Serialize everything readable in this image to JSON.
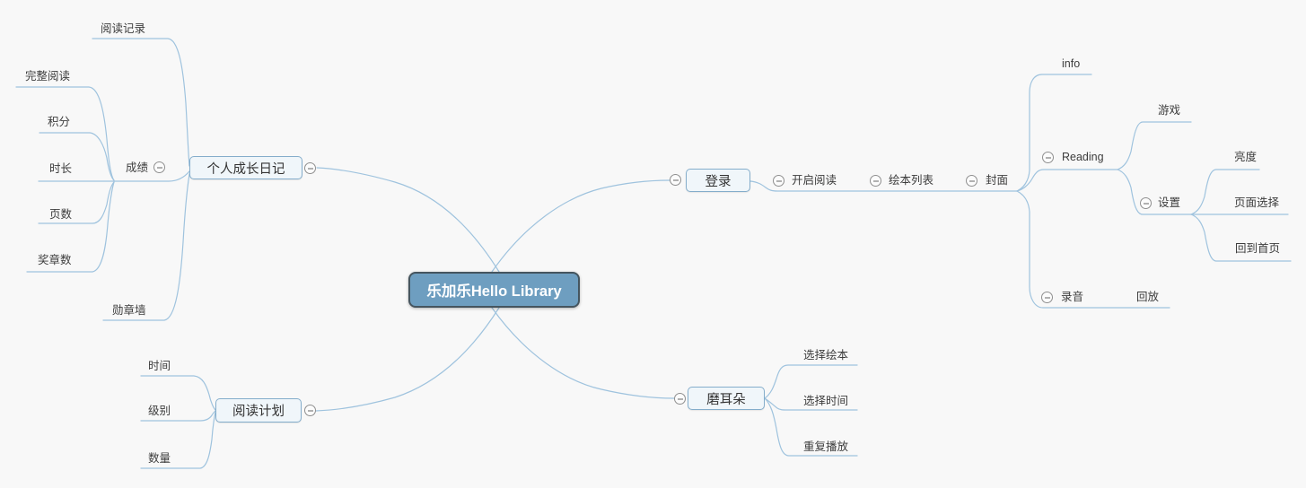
{
  "canvas": {
    "background": "#f8f8f8",
    "line_color": "#9fc3de"
  },
  "root": {
    "label": "乐加乐Hello Library",
    "fill": "#6e9ec0",
    "border": "#45555f"
  },
  "branches": {
    "growth": {
      "label": "个人成长日记",
      "children": {
        "reading_record": {
          "label": "阅读记录"
        },
        "score": {
          "label": "成绩",
          "children": {
            "full_reading": {
              "label": "完整阅读"
            },
            "points": {
              "label": "积分"
            },
            "duration": {
              "label": "时长"
            },
            "pages": {
              "label": "页数"
            },
            "medal_count": {
              "label": "奖章数"
            }
          }
        },
        "medal_wall": {
          "label": "勋章墙"
        }
      }
    },
    "plan": {
      "label": "阅读计划",
      "children": {
        "time": {
          "label": "时间"
        },
        "level": {
          "label": "级别"
        },
        "quantity": {
          "label": "数量"
        }
      }
    },
    "login": {
      "label": "登录",
      "children": {
        "start_reading": {
          "label": "开启阅读",
          "children": {
            "book_list": {
              "label": "绘本列表",
              "children": {
                "cover": {
                  "label": "封面",
                  "children": {
                    "info": {
                      "label": "info"
                    },
                    "reading": {
                      "label": "Reading",
                      "children": {
                        "game": {
                          "label": "游戏"
                        },
                        "settings": {
                          "label": "设置",
                          "children": {
                            "brightness": {
                              "label": "亮度"
                            },
                            "page_select": {
                              "label": "页面选择"
                            },
                            "back_home": {
                              "label": "回到首页"
                            }
                          }
                        }
                      }
                    },
                    "recording": {
                      "label": "录音",
                      "children": {
                        "playback": {
                          "label": "回放"
                        }
                      }
                    }
                  }
                }
              }
            }
          }
        }
      }
    },
    "listen": {
      "label": "磨耳朵",
      "children": {
        "select_book": {
          "label": "选择绘本"
        },
        "select_time": {
          "label": "选择时间"
        },
        "repeat_play": {
          "label": "重复播放"
        }
      }
    }
  },
  "icons": {
    "collapse": {
      "name": "collapse-minus-icon",
      "glyph": "⊖"
    }
  }
}
